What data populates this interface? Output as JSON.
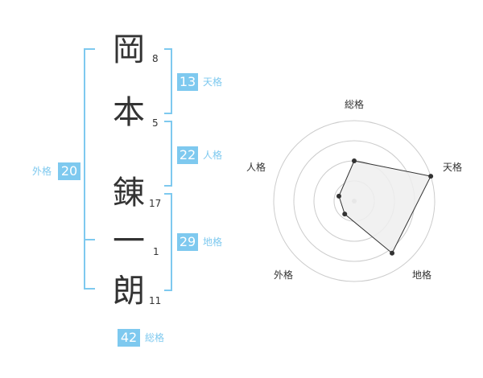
{
  "name_chars": [
    {
      "char": "岡",
      "strokes": "8"
    },
    {
      "char": "本",
      "strokes": "5"
    },
    {
      "char": "錬",
      "strokes": "17"
    },
    {
      "char": "一",
      "strokes": "1"
    },
    {
      "char": "朗",
      "strokes": "11"
    }
  ],
  "fortunes": {
    "tenkaku": {
      "value": "13",
      "label": "天格"
    },
    "jinkaku": {
      "value": "22",
      "label": "人格"
    },
    "chikaku": {
      "value": "29",
      "label": "地格"
    },
    "gaikaku": {
      "value": "20",
      "label": "外格"
    },
    "soukaku": {
      "value": "42",
      "label": "総格"
    }
  },
  "chart_data": {
    "type": "radar",
    "axes": [
      "総格",
      "天格",
      "地格",
      "外格",
      "人格"
    ],
    "values": [
      0.5,
      1.0,
      0.8,
      0.2,
      0.2
    ],
    "rings": 4,
    "colors": {
      "fill": "#efefef",
      "line": "#333333",
      "grid": "#cccccc",
      "accent": "#7ec9ef"
    }
  }
}
